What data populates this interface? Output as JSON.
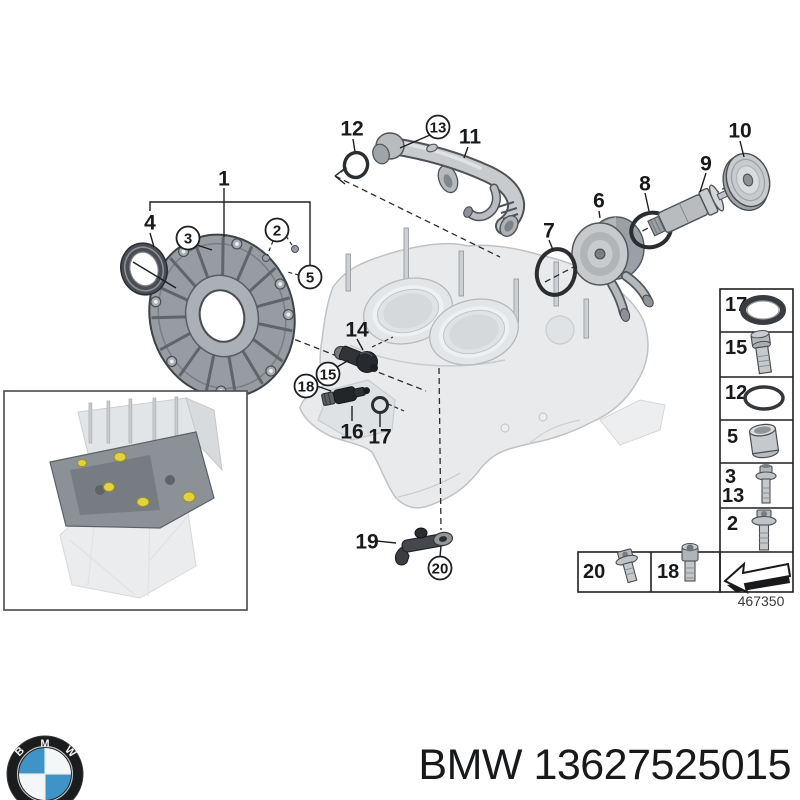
{
  "diagram": {
    "drawing_number": "467350",
    "callouts": {
      "c1": {
        "label": "1",
        "circled": false
      },
      "c2": {
        "label": "2",
        "circled": true
      },
      "c3": {
        "label": "3",
        "circled": true
      },
      "c4": {
        "label": "4",
        "circled": false
      },
      "c5": {
        "label": "5",
        "circled": true
      },
      "c6": {
        "label": "6",
        "circled": false
      },
      "c7": {
        "label": "7",
        "circled": false
      },
      "c8": {
        "label": "8",
        "circled": false
      },
      "c9": {
        "label": "9",
        "circled": false
      },
      "c10": {
        "label": "10",
        "circled": false
      },
      "c11": {
        "label": "11",
        "circled": false
      },
      "c12": {
        "label": "12",
        "circled": false
      },
      "c13": {
        "label": "13",
        "circled": true
      },
      "c14": {
        "label": "14",
        "circled": false
      },
      "c15": {
        "label": "15",
        "circled": true
      },
      "c16": {
        "label": "16",
        "circled": false
      },
      "c17": {
        "label": "17",
        "circled": false
      },
      "c18": {
        "label": "18",
        "circled": true
      },
      "c19": {
        "label": "19",
        "circled": false
      },
      "c20": {
        "label": "20",
        "circled": true
      }
    },
    "legend": {
      "rows": [
        {
          "labels": [
            "17"
          ],
          "icon": "o-ring-thick-icon"
        },
        {
          "labels": [
            "15"
          ],
          "icon": "hex-bolt-icon"
        },
        {
          "labels": [
            "12"
          ],
          "icon": "o-ring-icon"
        },
        {
          "labels": [
            "5"
          ],
          "icon": "sleeve-icon"
        },
        {
          "labels": [
            "3",
            "13"
          ],
          "icon": "washer-bolt-icon"
        },
        {
          "labels": [
            "2"
          ],
          "icon": "flange-bolt-icon"
        }
      ],
      "bottom_rows": [
        {
          "labels": [
            "20"
          ],
          "icon": "flange-hex-bolt-icon"
        },
        {
          "labels": [
            "18"
          ],
          "icon": "socket-bolt-icon"
        }
      ],
      "arrow_icon": "direction-arrow-icon"
    }
  },
  "footer": {
    "label": "BMW 13627525015",
    "logo_letters": [
      "B",
      "M",
      "W"
    ]
  },
  "colors": {
    "highlight_yellow": "#e3d23f",
    "roundel_blue": "#3f93c6",
    "line_black": "#1d2023",
    "part_gray": "#c7cacc"
  }
}
